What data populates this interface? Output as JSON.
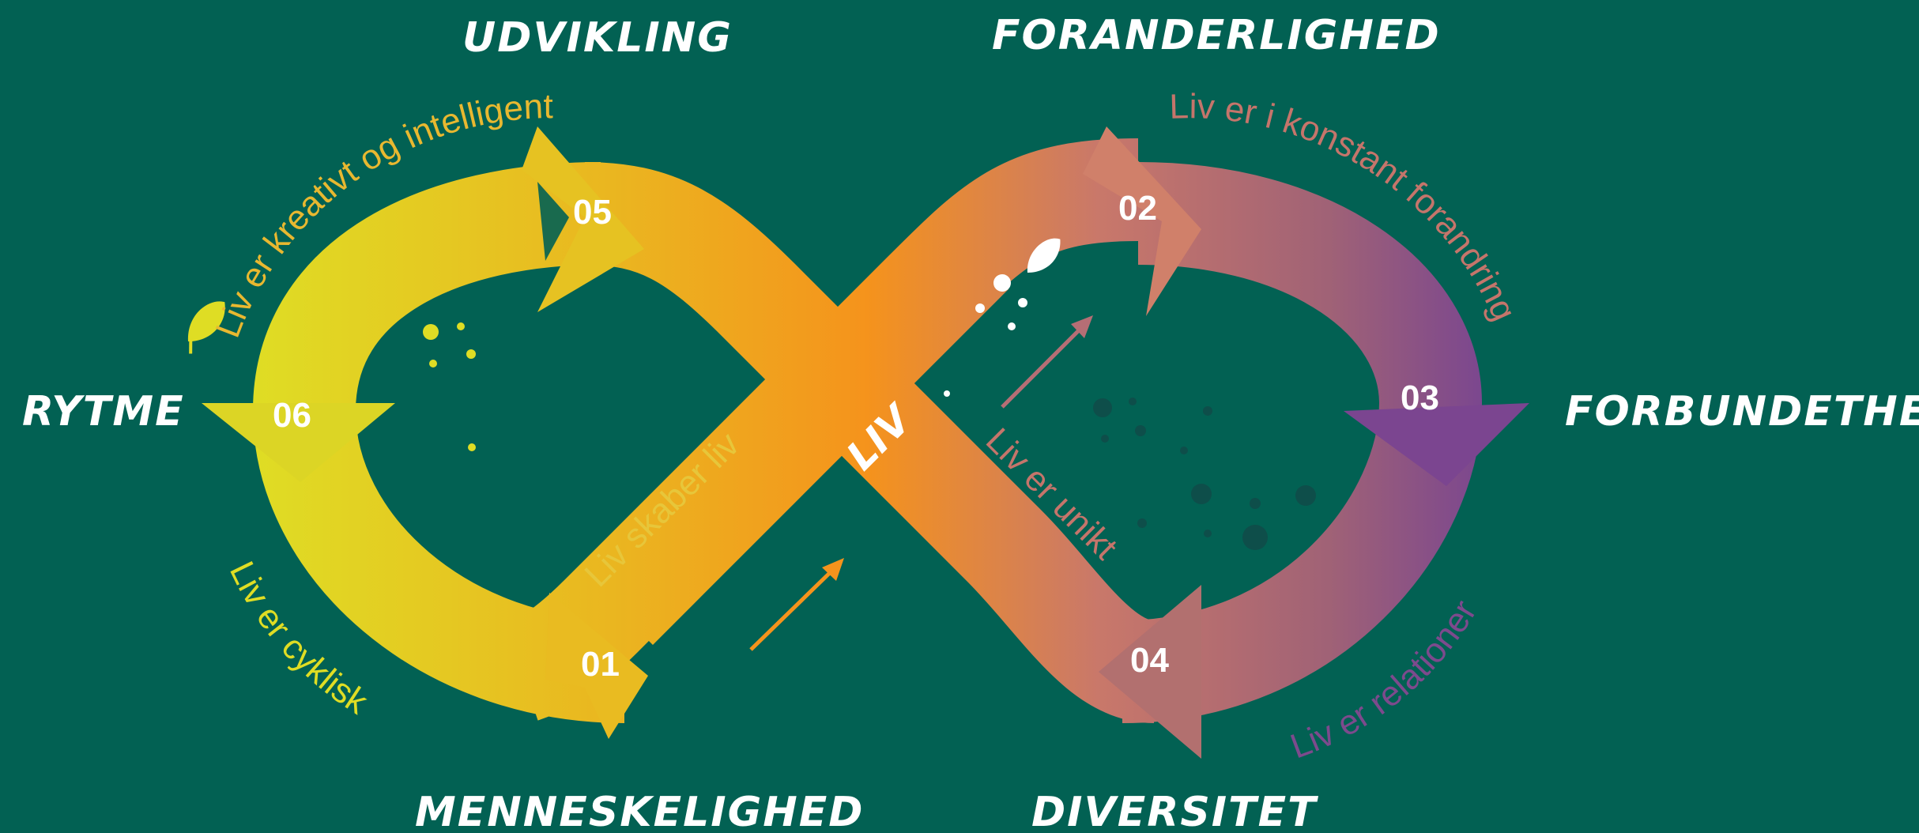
{
  "corners": {
    "top_left": "UDVIKLING",
    "top_right": "FORANDERLIGHED",
    "left": "RYTME",
    "right": "FORBUNDETHED",
    "bottom_left": "MENNESKELIGHED",
    "bottom_right": "DIVERSITET"
  },
  "center_word": "LIV",
  "steps": [
    {
      "num": "01",
      "text": "Liv skaber liv"
    },
    {
      "num": "02",
      "text": "Liv er i konstant forandring"
    },
    {
      "num": "03",
      "text": "Liv er relationer"
    },
    {
      "num": "04",
      "text": "Liv er unikt"
    },
    {
      "num": "05",
      "text": "Liv er kreativt og intelligent"
    },
    {
      "num": "06",
      "text": "Liv er cyklisk"
    }
  ],
  "colors": {
    "background": "#026153",
    "yellow": "#dfdd24",
    "orange": "#f5931c",
    "pink": "#c5756b",
    "purple": "#6f3e97"
  },
  "icons": [
    "leaf-icon",
    "leaf-icon"
  ]
}
